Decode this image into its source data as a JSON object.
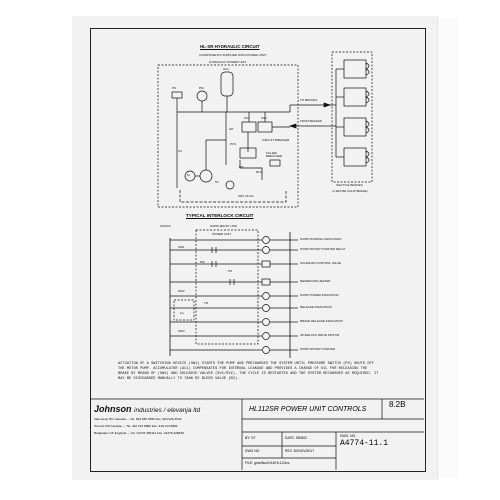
{
  "sheet": {
    "section_code": "8.2B",
    "hydraulic": {
      "title": "HL-SR HYDRAULIC CIRCUIT",
      "subtitle": "(COMPONENTS SUPPLIED WITH POWER UNIT)",
      "unit_label": "HYDRAULIC POWER UNIT",
      "labels": {
        "ac1": "AC1",
        "ps": "PS",
        "pm": "PM",
        "sv1": "SV1",
        "sv2": "SV2",
        "gp": "GP",
        "pcs": "PCS",
        "filter": "FILLER/ BREATHER",
        "circuit": "CIRCUIT BREAKER",
        "ms": "MS",
        "rls": "RLS",
        "cv": "CV",
        "st": "ST",
        "plug": "MAT. PLUG",
        "m": "M",
        "to_brakes": "TO BRAKES",
        "from_brakes": "FROM BRAKES",
        "shuttle": "SHUTTLE BRAKES",
        "shuttle_sub": "(4 1EX460 CALIP BRAKE)"
      }
    },
    "interlock": {
      "title": "TYPICAL INTERLOCK CIRCUIT",
      "voltage": "120VAC",
      "supplied": "SUPPLIED BY USR",
      "unit_label": "POWER UNIT",
      "ms": "MS",
      "sw1": "SW1",
      "sw2": "SW2",
      "sw3": "SW3",
      "tr": "TR",
      "la": "LA",
      "ps": "PS",
      "legend": [
        "PUMP RUNNING INDICATION",
        "PUMP MOTOR STARTER RELAY",
        "SOLENOID CONTROL VALVE",
        "RESERVOIR HEATER",
        "PUMP POWER INDICATION",
        "RELEASE INDICATION",
        "BRAKE RELEASE INDICATION",
        "INTERLOCK DRIVE MOTOR",
        "PUMP MOTOR STARTER"
      ]
    },
    "note": "ACTUATION OF A SWITCHING DEVICE (SW1) STARTS THE PUMP AND PRECHARGES THE SYSTEM UNTIL PRESSURE SWITCH (PS) SHUTS OFF THE MOTOR PUMP. ACCUMULATOR (AC1) COMPENSATES FOR INTERNAL LEAKAGE AND PROVIDES A CHARGE OF OIL FOR RELEASING THE BRAKE BY MEANS OF (SW2) AND SOLENOID VALVES (SV1/SV2). THE CYCLE IS RESTARTED AND THE SYSTEM RECHARGES AS REQUIRED. IT MAY BE DISCHARGED MANUALLY TO TANK BY BLEED VALVE (BV).",
    "title_block": {
      "company_name": "Johnson",
      "company_suffix": "industries / elevanja ltd",
      "addresses": [
        "Vancouver BC Canada   — Tel. 604 946 4555 Fax. 604 946 4542",
        "Toronto ON Canada   — Tel. 416 213 8880 Fax. 416 213 8882",
        "Bridgwater UK England   — Tel. 01278 450411 Fax. 01278 426848"
      ],
      "product_title": "HL112SR POWER UNIT CONTROLS",
      "by_label": "BY:",
      "by_value": "ST",
      "date_label": "DATE:",
      "date_value": "950502",
      "dwg_no_label": "DWG NO.",
      "rev_label": "REV. ",
      "rev_value": "30/NOV/2017",
      "file_label": "FILE:",
      "file_value": "gme/8cu/H14/HL112src",
      "dwg_label": "DWG. NO.",
      "dwg_number": "A4774-11.1"
    }
  }
}
